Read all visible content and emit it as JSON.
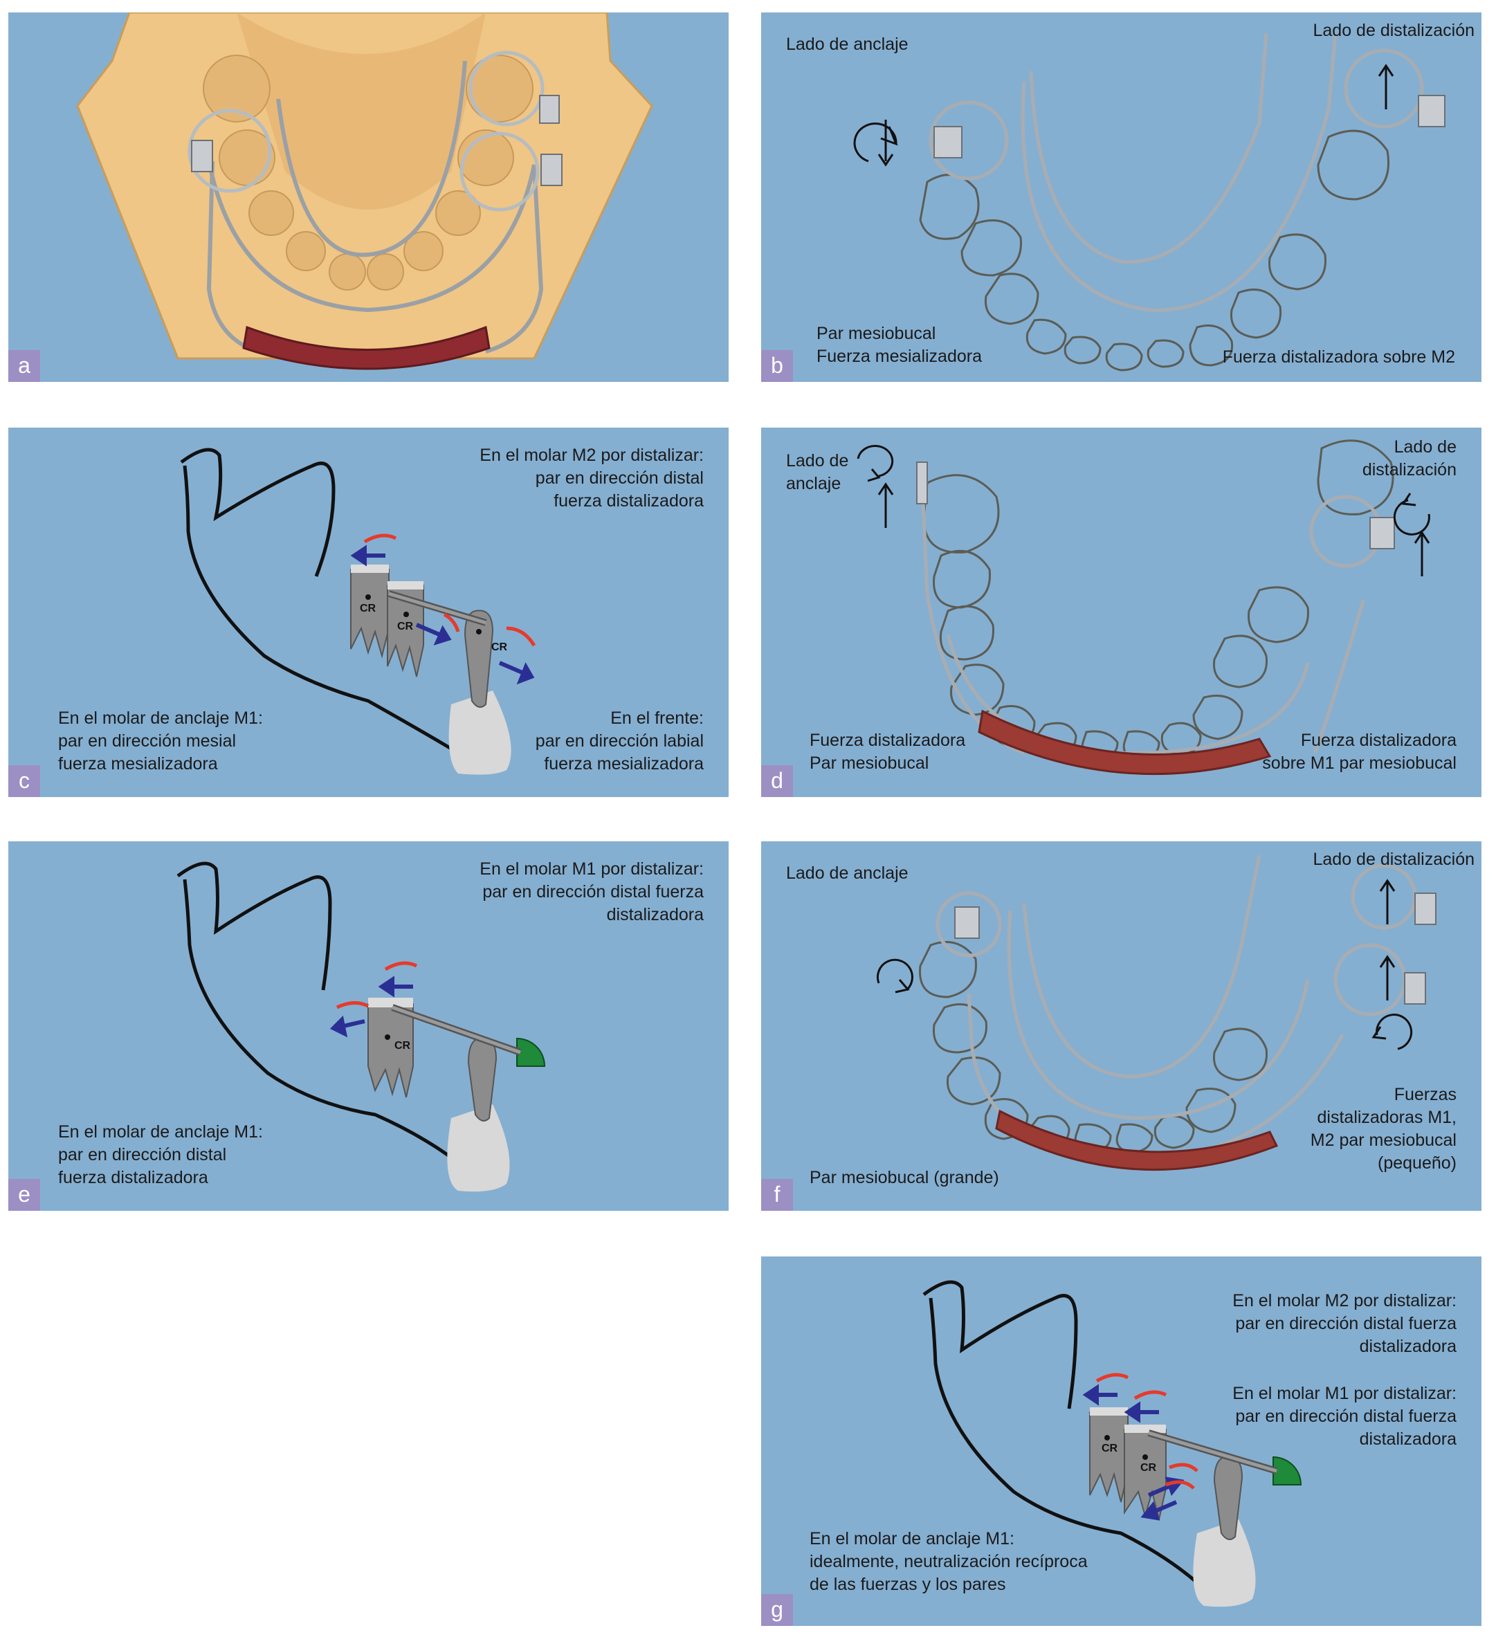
{
  "panels": {
    "a": {
      "badge": "a"
    },
    "b": {
      "badge": "b",
      "anchor_side": "Lado de anclaje",
      "distal_side": "Lado de distalización",
      "bottom_left": [
        "Par mesiobucal",
        "Fuerza mesializadora"
      ],
      "bottom_right": "Fuerza distalizadora sobre M2"
    },
    "c": {
      "badge": "c",
      "top_right": [
        "En el molar M2 por distalizar:",
        "par en dirección distal",
        "fuerza distalizadora"
      ],
      "bottom_left": [
        "En el molar de anclaje M1:",
        "par en dirección mesial",
        "fuerza mesializadora"
      ],
      "bottom_right": [
        "En el frente:",
        "par en dirección labial",
        "fuerza mesializadora"
      ],
      "cr_label": "CR"
    },
    "d": {
      "badge": "d",
      "anchor_side": [
        "Lado de",
        "anclaje"
      ],
      "distal_side": [
        "Lado de",
        "distalización"
      ],
      "bottom_left": [
        "Fuerza distalizadora",
        "Par mesiobucal"
      ],
      "bottom_right": [
        "Fuerza distalizadora",
        "sobre M1 par mesiobucal"
      ]
    },
    "e": {
      "badge": "e",
      "top_right": [
        "En el molar M1 por distalizar:",
        "par en dirección distal fuerza",
        "distalizadora"
      ],
      "bottom_left": [
        "En el molar de anclaje M1:",
        "par en dirección distal",
        "fuerza distalizadora"
      ],
      "cr_label": "CR"
    },
    "f": {
      "badge": "f",
      "anchor_side": "Lado de anclaje",
      "distal_side": "Lado de distalización",
      "bottom_left": "Par mesiobucal (grande)",
      "bottom_right": [
        "Fuerzas",
        "distalizadoras M1,",
        "M2 par mesiobucal",
        "(pequeño)"
      ]
    },
    "g": {
      "badge": "g",
      "top_right_1": [
        "En el molar M2 por distalizar:",
        "par en dirección distal fuerza",
        "distalizadora"
      ],
      "top_right_2": [
        "En el molar M1 por distalizar:",
        "par en dirección distal fuerza",
        "distalizadora"
      ],
      "bottom_left": [
        "En el molar de anclaje M1:",
        "idealmente, neutralización recíproca",
        "de las fuerzas y los pares"
      ],
      "cr_label": "CR"
    }
  },
  "colors": {
    "panel_bg": "#85afd1",
    "badge_bg": "#9c8fc4",
    "cast": "#efc685",
    "acrylic": "#8e2a30",
    "force_arrow": "#2b2f94",
    "moment_arrow": "#e63a2a",
    "tooth_gray": "#8c8c8c",
    "bone_gray": "#d8d8d8",
    "anchor_cap": "#1f8a3a"
  }
}
